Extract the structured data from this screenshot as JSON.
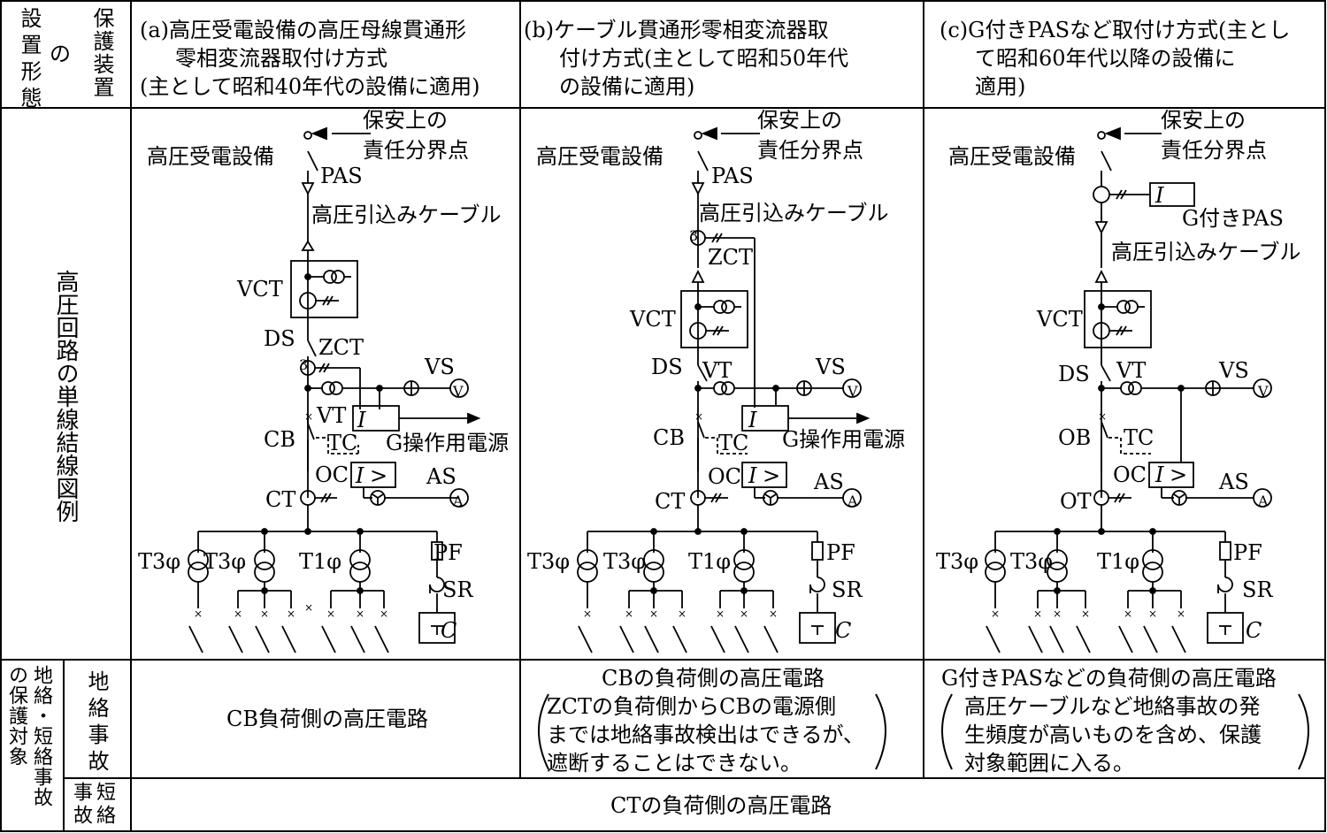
{
  "header": {
    "col0_a": "設置形態",
    "col0_b": "の",
    "col0_c": "保護装置",
    "col_a": [
      "(a)高圧受電設備の高圧母線貫通形",
      "零相変流器取付け方式",
      "(主として昭和40年代の設備に適用)"
    ],
    "col_b": [
      "(b)ケーブル貫通形零相変流器取",
      "付け方式(主として昭和50年代",
      "の設備に適用)"
    ],
    "col_c": [
      "(c)G付きPASなど取付け方式(主とし",
      "て昭和60年代以降の設備に",
      "適用)"
    ]
  },
  "row_label_diagram": "高圧回路の単線結線図例",
  "row_label_protect": "地絡・短絡事故の保護対象",
  "row_label_ground": "地絡事故",
  "row_label_short": "短絡事故",
  "labels": {
    "hoan1": "保安上の",
    "hoan2": "責任分界点",
    "jyuden": "高圧受電設備",
    "pas": "PAS",
    "cable": "高圧引込みケーブル",
    "vct": "VCT",
    "ds": "DS",
    "zct": "ZCT",
    "vs": "VS",
    "vt": "VT",
    "cb": "CB",
    "tc": "TC",
    "oc": "OC",
    "ct": "CT",
    "as": "AS",
    "gpower": "G操作用電源",
    "t3": "T3φ",
    "t1": "T1φ",
    "pf": "PF",
    "sr": "SR",
    "c": "C",
    "gpas": "G付きPAS",
    "ob": "OB",
    "ot": "OT",
    "n3": "3",
    "I": "I",
    "v": "V",
    "a": "A",
    "gt": ">"
  },
  "ground_a": "CB負荷側の高圧電路",
  "ground_b": [
    "CBの負荷側の高圧電路",
    "ZCTの負荷側からCBの電源側",
    "までは地絡事故検出はできるが、",
    "遮断することはできない。"
  ],
  "ground_c": [
    "G付きPASなどの負荷側の高圧電路",
    "高圧ケーブルなど地絡事故の発",
    "生頻度が高いものを含め、保護",
    "対象範囲に入る。"
  ],
  "short_all": "CTの負荷側の高圧電路"
}
